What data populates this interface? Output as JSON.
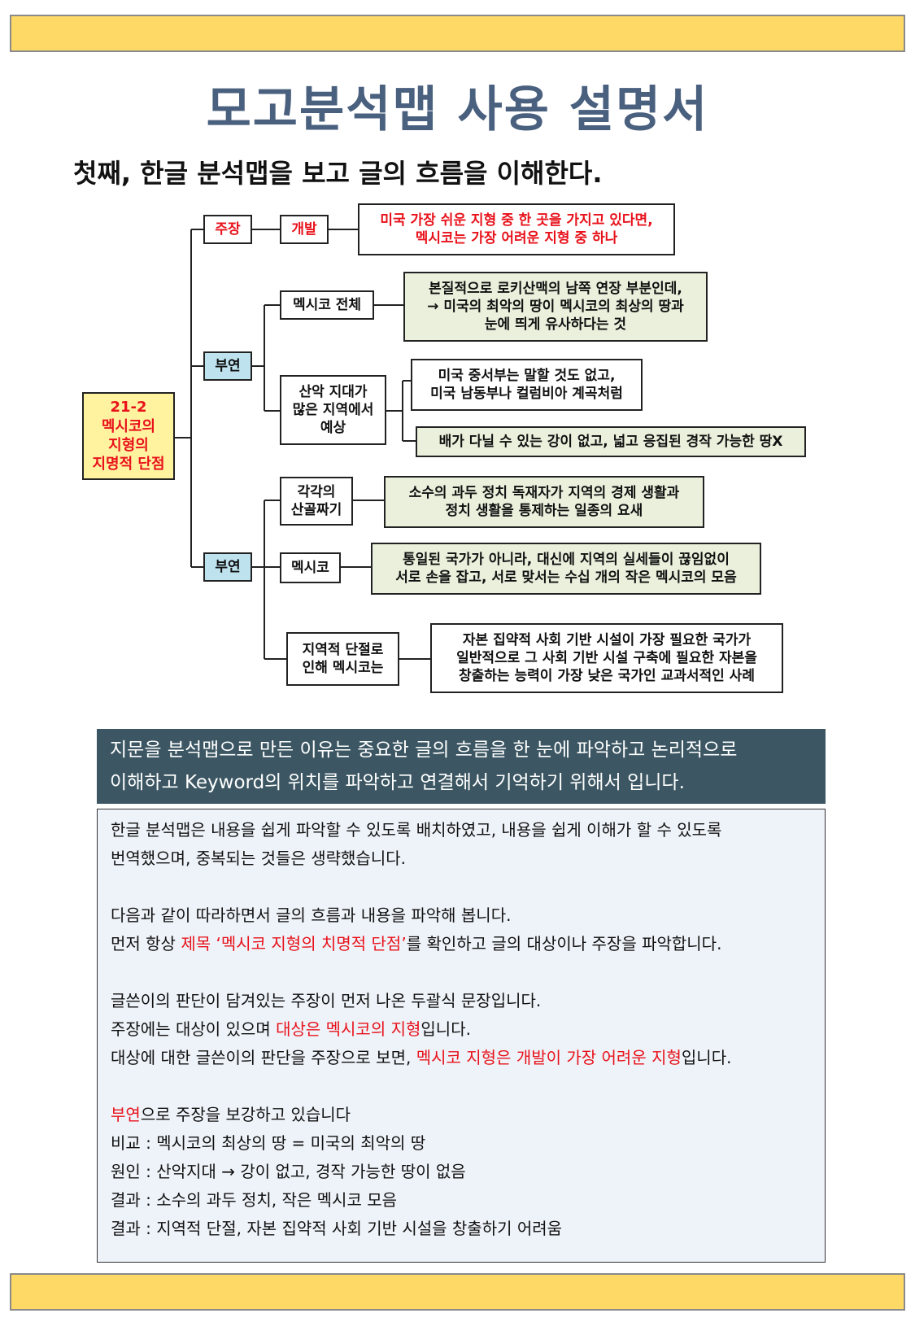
{
  "header": {
    "title": "모고분석맵 사용 설명서",
    "subtitle": "첫째, 한글 분석맵을 보고 글의 흐름을 이해한다."
  },
  "map": {
    "root": [
      "21-2",
      "멕시코의",
      "지형의",
      "지명적 단점"
    ],
    "claim": {
      "label": "주장",
      "sub": "개발",
      "text": [
        "미국 가장 쉬운 지형 중 한 곳을 가지고 있다면,",
        "멕시코는 가장 어려운 지형 중 하나"
      ]
    },
    "support1": {
      "label": "부연",
      "mexico_whole": "멕시코 전체",
      "mexico_whole_text": [
        "본질적으로 로키산맥의 남쪽 연장 부분인데,",
        "→ 미국의 최악의 땅이 멕시코의 최상의 땅과",
        "눈에 띄게 유사하다는 것"
      ],
      "desert": [
        "산악 지대가",
        "많은 지역에서",
        "예상"
      ],
      "desert_text1": [
        "미국 중서부는 말할 것도 없고,",
        "미국 남동부나 컬럼비아 계곡처럼"
      ],
      "desert_text2": "배가 다닐 수 있는 강이 없고, 넓고 응집된 경작 가능한 땅X"
    },
    "support2": {
      "label": "부연",
      "valleys": [
        "각각의",
        "산골짜기"
      ],
      "valleys_text": [
        "소수의 과두 정치 독재자가 지역의 경제 생활과",
        "정치 생활을 통제하는 일종의 요새"
      ],
      "mexico": "멕시코",
      "mexico_text": [
        "통일된 국가가 아니라, 대신에 지역의 실세들이 끊임없이",
        "서로 손을 잡고, 서로 맞서는 수십 개의 작은 멕시코의 모음"
      ],
      "regional": [
        "지역적 단절로",
        "인해 멕시코는"
      ],
      "regional_text": [
        "자본 집약적 사회 기반 시설이 가장 필요한 국가가",
        "일반적으로 그 사회 기반 시설 구축에 필요한 자본을",
        "창출하는 능력이 가장 낮은 국가인 교과서적인 사례"
      ]
    }
  },
  "band": {
    "line1": "지문을 분석맵으로 만든 이유는 중요한 글의 흐름을 한 눈에 파악하고 논리적으로",
    "line2": "이해하고 Keyword의 위치를 파악하고 연결해서 기억하기 위해서 입니다."
  },
  "panel": {
    "p1a": "한글 분석맵은 내용을 쉽게 파악할 수 있도록 배치하였고, 내용을 쉽게 이해가 할 수 있도록",
    "p1b": "번역했으며, 중복되는 것들은 생략했습니다.",
    "p2a": "다음과 같이 따라하면서 글의 흐름과 내용을 파악해 봅니다.",
    "p2b_pre": "먼저 항상 ",
    "p2b_red": "제목 ‘멕시코 지형의 치명적 단점’",
    "p2b_post": "를 확인하고 글의 대상이나 주장을 파악합니다.",
    "p3a": "글쓴이의 판단이 담겨있는 주장이 먼저 나온 두괄식 문장입니다.",
    "p3b_pre": "주장에는 대상이 있으며 ",
    "p3b_red": "대상은 멕시코의 지형",
    "p3b_post": "입니다.",
    "p3c_pre": "대상에 대한 글쓴이의 판단을 주장으로 보면, ",
    "p3c_red": "멕시코 지형은 개발이 가장 어려운 지형",
    "p3c_post": "입니다.",
    "p4_red": "부연",
    "p4_post": "으로 주장을 보강하고 있습니다",
    "items": [
      "비교 : 멕시코의 최상의 땅 = 미국의 최악의 땅",
      "원인 : 산악지대 → 강이 없고, 경작 가능한 땅이 없음",
      "결과 : 소수의 과두 정치, 작은 멕시코 모음",
      "결과 : 지역적 단절, 자본 집약적 사회 기반 시설을 창출하기 어려움"
    ]
  },
  "colors": {
    "title": "#4a607f",
    "bar": "#ffd966",
    "band": "#3c5763",
    "accent_red": "#e8121b",
    "panel_bg": "#eef3f9"
  }
}
